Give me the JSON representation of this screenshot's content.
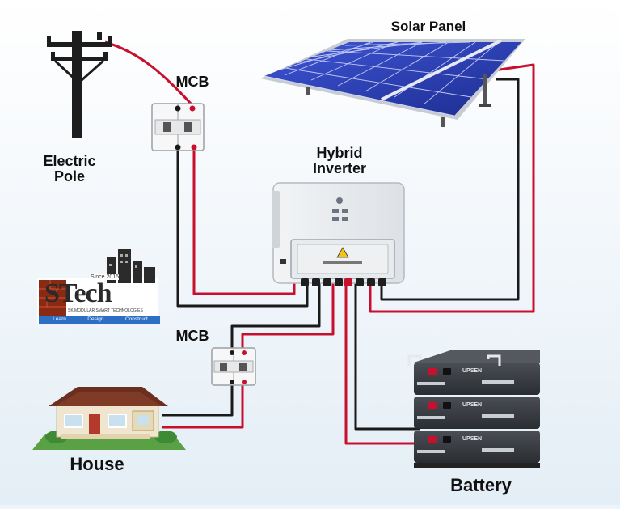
{
  "labels": {
    "solar_panel": "Solar Panel",
    "electric_pole": [
      "Electric",
      "Pole"
    ],
    "mcb_top": "MCB",
    "hybrid_inverter": [
      "Hybrid",
      "Inverter"
    ],
    "mcb_bottom": "MCB",
    "house": "House",
    "battery": "Battery"
  },
  "logo": {
    "letters": "STech",
    "since": "Since 2015",
    "tagline": "SK MODULAR SMART TECHNOLOGIES",
    "tags": [
      "Learn",
      "Design",
      "Construct"
    ]
  },
  "battery_brand": "UPSEN",
  "colors": {
    "background": "#eef5fa",
    "wire_red": "#c8102e",
    "wire_black": "#1a1a1a",
    "panel_blue": "#2a3fb0",
    "battery_body": "#3a3d42"
  }
}
